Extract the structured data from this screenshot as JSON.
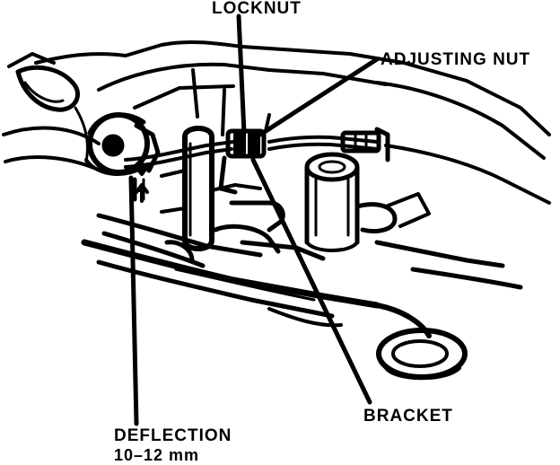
{
  "diagram": {
    "callouts": {
      "locknut": "LOCKNUT",
      "adjusting_nut": "ADJUSTING NUT",
      "bracket": "BRACKET",
      "deflection": "DEFLECTION",
      "deflection_value": "10–12 mm"
    },
    "colors": {
      "ink": "#000000",
      "paper": "#ffffff"
    }
  }
}
